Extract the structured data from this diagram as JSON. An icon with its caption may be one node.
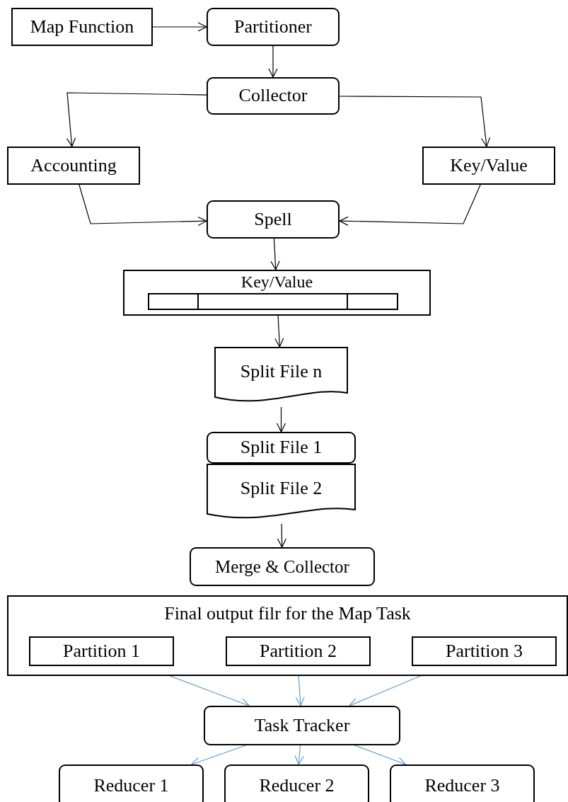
{
  "diagram": {
    "nodes": [
      {
        "text": [
          "Map Function"
        ]
      },
      {
        "text": [
          "Partitioner"
        ]
      },
      {
        "text": [
          "Collector"
        ]
      },
      {
        "text": [
          "Accounting"
        ]
      },
      {
        "text": [
          "Key/Value"
        ]
      },
      {
        "text": [
          "Spell"
        ]
      },
      {
        "text": [
          "Key/Value"
        ]
      },
      {
        "text": [
          "Split File n"
        ]
      },
      {
        "text": [
          "Split File 1"
        ]
      },
      {
        "text": [
          "Split File 2"
        ]
      },
      {
        "text": [
          "Merge & Collector"
        ]
      },
      {
        "text": [
          "Final output filr for the Map Task"
        ]
      },
      {
        "text": [
          "Partition 1"
        ],
        "in": 11
      },
      {
        "text": [
          "Partition 2"
        ],
        "in": 11
      },
      {
        "text": [
          "Partition 3"
        ],
        "in": 11
      },
      {
        "text": [
          "Task Tracker"
        ]
      },
      {
        "text": [
          "Reducer 1"
        ]
      },
      {
        "text": [
          "Reducer 2"
        ]
      },
      {
        "text": [
          "Reducer 3"
        ]
      }
    ],
    "edges": [
      {
        "from": 0,
        "to": 1,
        "arrow": "to"
      },
      {
        "from": 1,
        "to": 2,
        "arrow": "to"
      },
      {
        "from": 2,
        "to": 3,
        "arrow": "to"
      },
      {
        "from": 2,
        "to": 4,
        "arrow": "to"
      },
      {
        "from": 3,
        "to": 5,
        "arrow": "to"
      },
      {
        "from": 4,
        "to": 5,
        "arrow": "to"
      },
      {
        "from": 5,
        "to": 6,
        "arrow": "to"
      },
      {
        "from": 6,
        "to": 7,
        "arrow": "to"
      },
      {
        "from": 7,
        "to": 8,
        "arrow": "to"
      },
      {
        "from": 9,
        "to": 10,
        "arrow": "to"
      },
      {
        "from": 12,
        "to": 15,
        "arrow": "to",
        "color": "#5b9bd5"
      },
      {
        "from": 13,
        "to": 15,
        "arrow": "to",
        "color": "#5b9bd5"
      },
      {
        "from": 14,
        "to": 15,
        "arrow": "to",
        "color": "#5b9bd5"
      },
      {
        "from": 15,
        "to": 16,
        "arrow": "to",
        "color": "#5b9bd5"
      },
      {
        "from": 15,
        "to": 17,
        "arrow": "to",
        "color": "#5b9bd5"
      },
      {
        "from": 15,
        "to": 18,
        "arrow": "to",
        "color": "#5b9bd5"
      }
    ]
  }
}
